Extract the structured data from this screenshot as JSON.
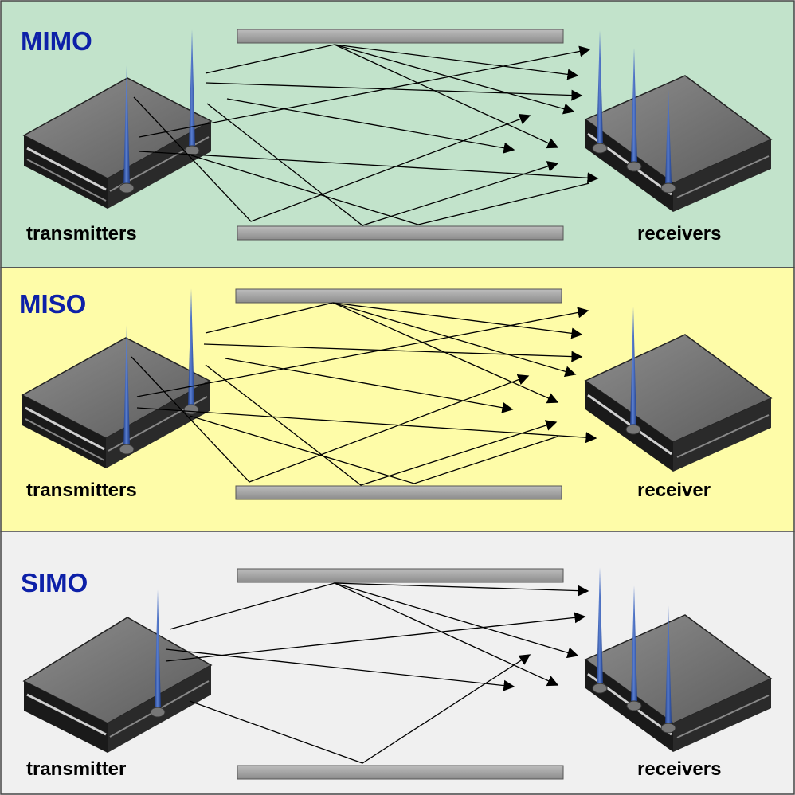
{
  "panels": [
    {
      "title": "MIMO",
      "left_label": "transmitters",
      "right_label": "receivers",
      "bg_color": "#c2e3cb"
    },
    {
      "title": "MISO",
      "left_label": "transmitters",
      "right_label": "receiver",
      "bg_color": "#fefca8"
    },
    {
      "title": "SIMO",
      "left_label": "transmitter",
      "right_label": "receivers",
      "bg_color": "#f0f0f0"
    }
  ],
  "colors": {
    "title": "#0d20a8",
    "antenna": "#2b4fa3",
    "router_top": "#7a7a7a",
    "reflector": "#a3a3a3"
  }
}
